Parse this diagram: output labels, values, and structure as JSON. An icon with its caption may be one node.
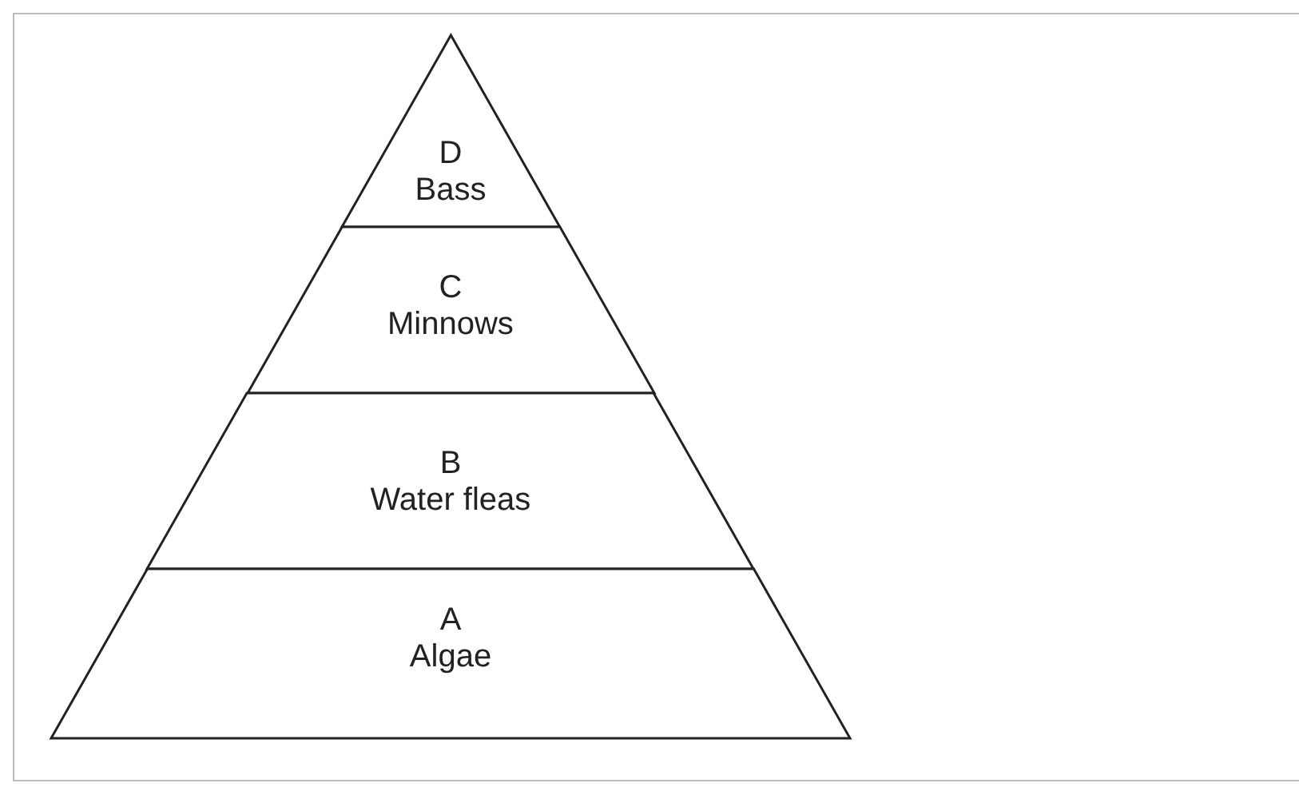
{
  "diagram": {
    "nodes": [
      {
        "text": [
          "D",
          "Bass"
        ]
      },
      {
        "text": [
          "C",
          "Minnows"
        ]
      },
      {
        "text": [
          "B",
          "Water fleas"
        ]
      },
      {
        "text": [
          "A",
          "Algae"
        ]
      }
    ]
  }
}
